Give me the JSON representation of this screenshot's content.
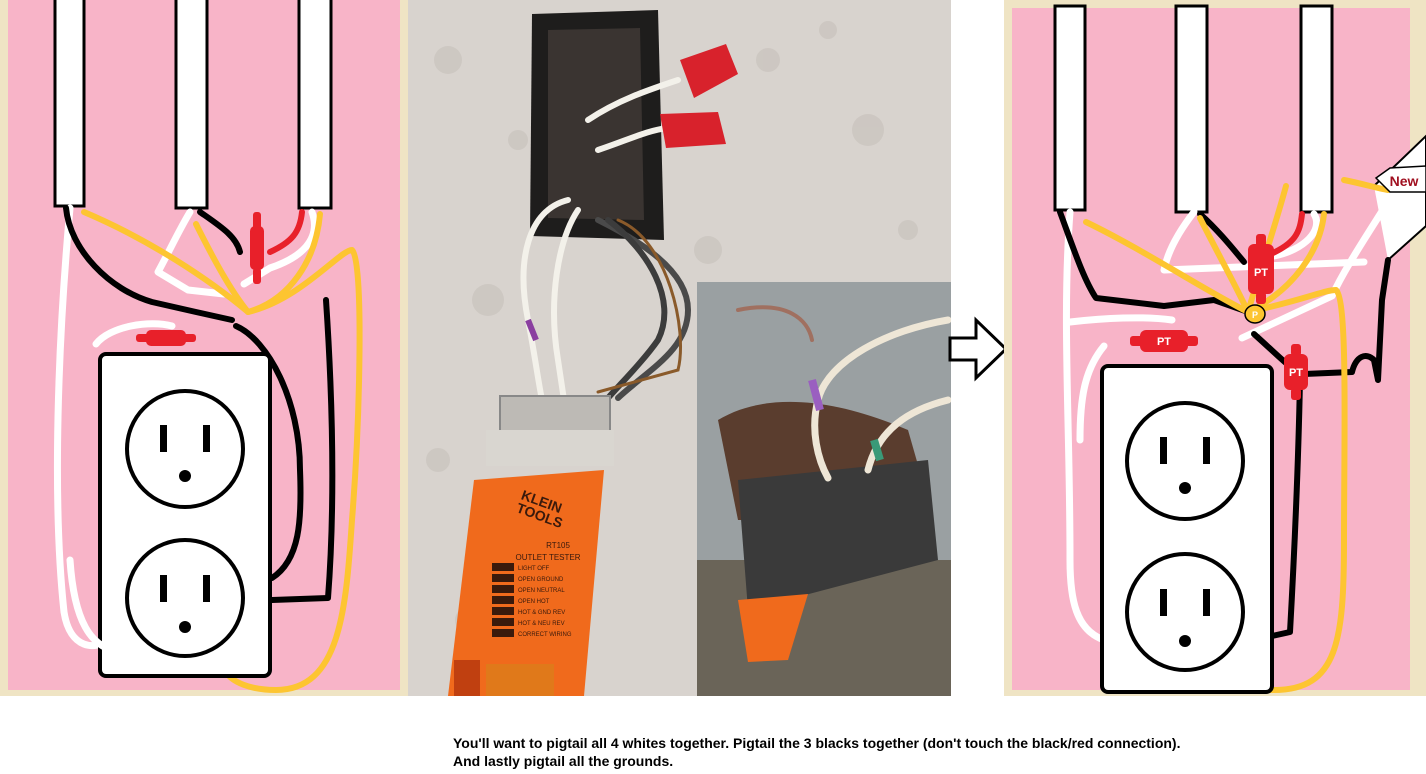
{
  "right_diagram": {
    "pt_labels": [
      "PT",
      "PT",
      "PT",
      "P"
    ],
    "new_label": "New"
  },
  "photo": {
    "tester_brand_line1": "KLEIN",
    "tester_brand_line2": "TOOLS",
    "tester_model": "RT105",
    "tester_title": "OUTLET TESTER",
    "tester_legend": [
      "LIGHT OFF",
      "OPEN GROUND",
      "OPEN NEUTRAL",
      "OPEN HOT",
      "HOT & GND REV",
      "HOT & NEU REV",
      "CORRECT WIRING"
    ]
  },
  "caption": {
    "line1": "You'll want to pigtail all 4 whites together. Pigtail the 3 blacks together (don't touch the black/red connection).",
    "line2": "And lastly pigtail all the grounds."
  },
  "colors": {
    "wall_pink": "#f8b4c8",
    "frame_beige": "#efe4c4",
    "ground_yellow": "#fdc531",
    "wire_red": "#e8202a",
    "label_dark_red": "#a01020",
    "tester_orange": "#f06a1c"
  }
}
